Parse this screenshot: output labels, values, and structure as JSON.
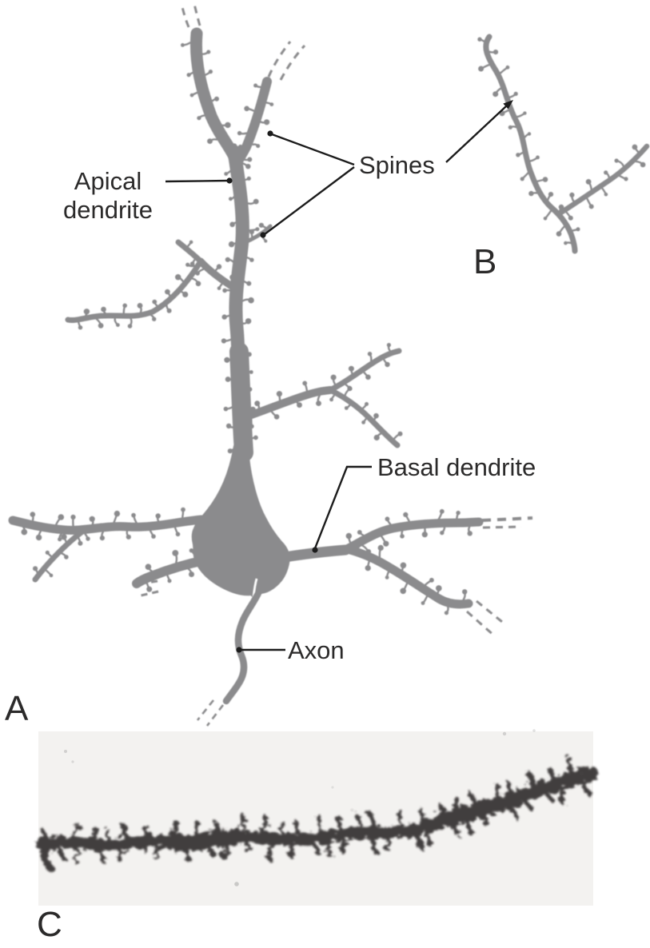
{
  "figure": {
    "labels": {
      "apical_line1": "Apical",
      "apical_line2": "dendrite",
      "spines": "Spines",
      "basal": "Basal dendrite",
      "axon": "Axon"
    },
    "panels": {
      "a": "A",
      "b": "B",
      "c": "C"
    },
    "colors": {
      "page_bg": "#ffffff",
      "neuron_gray": "#8b8b8d",
      "label_text": "#2b2a2a",
      "leader": "#1c1c1c",
      "photo_bg": "#f3f2f0",
      "photo_ink": "#393435"
    }
  }
}
